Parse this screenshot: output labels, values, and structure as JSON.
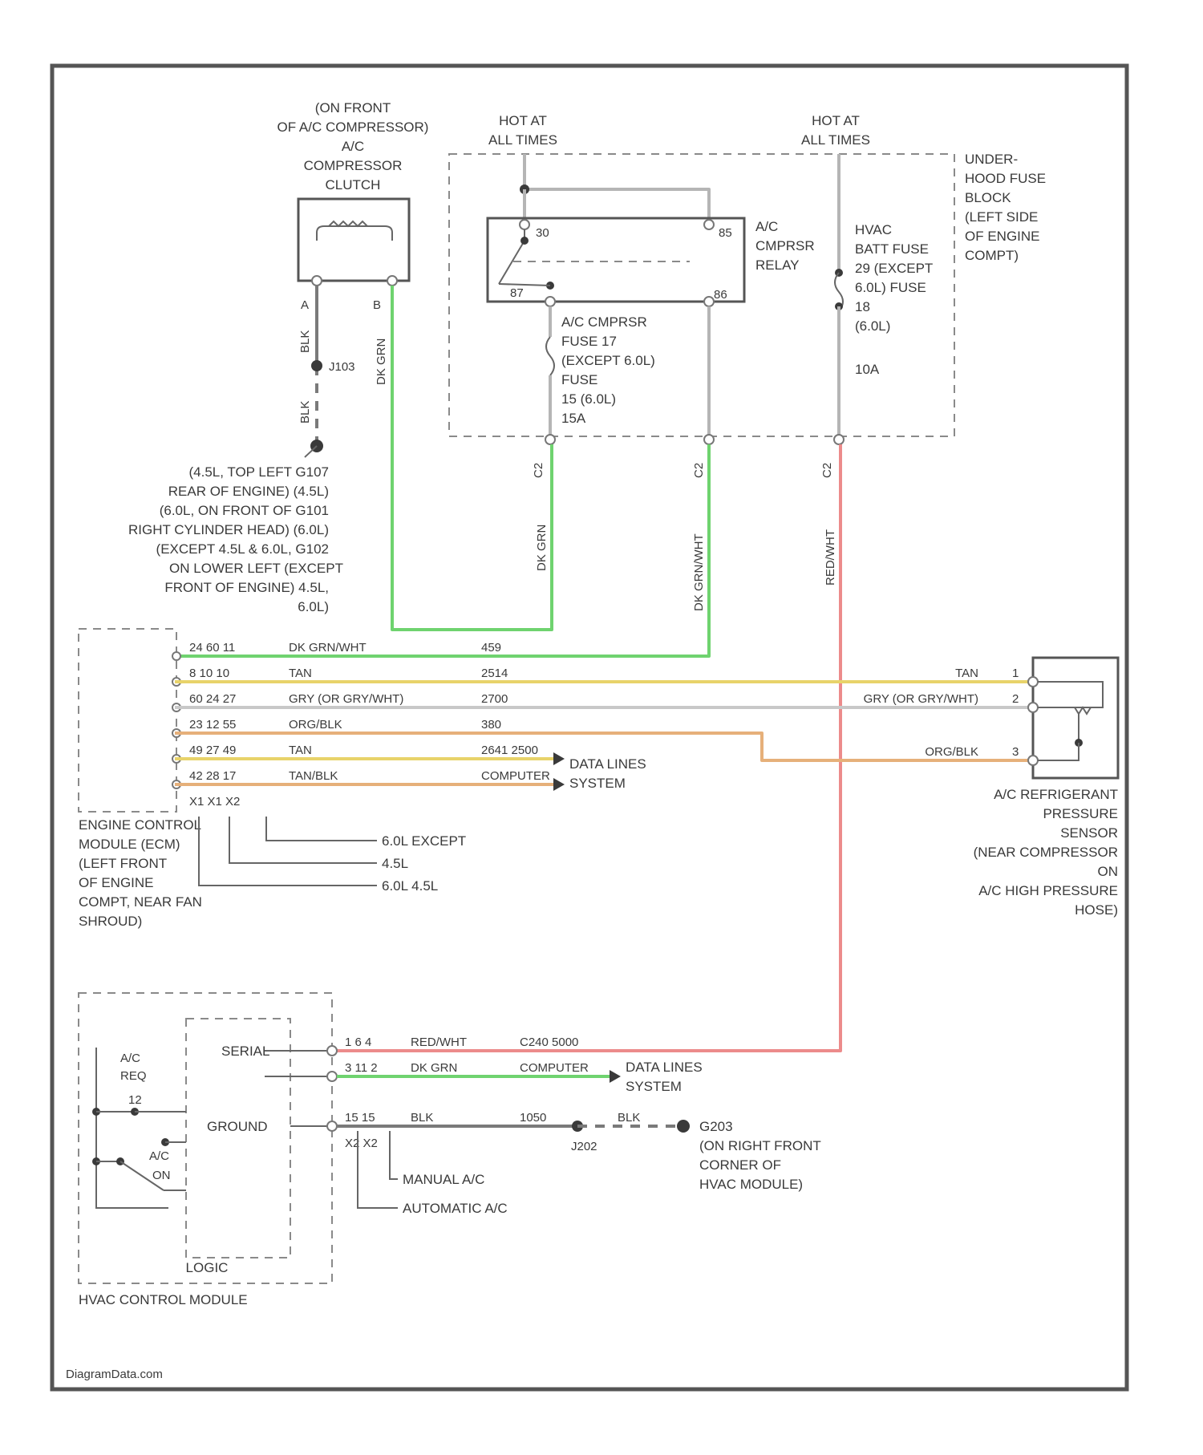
{
  "components": {
    "compressor_clutch": [
      "(ON FRONT",
      "OF A/C COMPRESSOR)",
      "A/C",
      "COMPRESSOR",
      "CLUTCH"
    ],
    "hot_left": [
      "HOT AT",
      "ALL TIMES"
    ],
    "hot_right": [
      "HOT AT",
      "ALL TIMES"
    ],
    "fuse_block": [
      "UNDER-",
      "HOOD FUSE",
      "BLOCK",
      "(LEFT SIDE",
      "OF ENGINE",
      "COMPT)"
    ],
    "relay": [
      "A/C",
      "CMPRSR",
      "RELAY"
    ],
    "relay_pins": [
      "30",
      "85",
      "87",
      "86"
    ],
    "hvac_fuse": [
      "HVAC",
      "BATT FUSE",
      "29 (EXCEPT",
      "6.0L) FUSE",
      "18",
      "(6.0L)",
      "",
      "10A"
    ],
    "cmprsr_fuse": [
      "A/C CMPRSR",
      "FUSE 17",
      "(EXCEPT 6.0L)",
      "FUSE",
      "15 (6.0L)",
      "15A"
    ],
    "ground_location": [
      "(4.5L, TOP LEFT   G107",
      "REAR OF ENGINE)   (4.5L)",
      "(6.0L, ON FRONT OF   G101",
      "RIGHT CYLINDER HEAD)   (6.0L)",
      "(EXCEPT 4.5L & 6.0L,   G102",
      "ON LOWER LEFT (EXCEPT",
      "FRONT OF ENGINE)   4.5L,",
      "6.0L)"
    ],
    "splice_j": "J103",
    "ecm": [
      "ENGINE CONTROL",
      "MODULE (ECM)",
      "(LEFT FRONT",
      "OF ENGINE",
      "COMPT, NEAR FAN",
      "SHROUD)"
    ],
    "pressure_sensor": [
      "A/C REFRIGERANT",
      "PRESSURE",
      "SENSOR",
      "(NEAR COMPRESSOR",
      "ON",
      "A/C HIGH PRESSURE",
      "HOSE)"
    ],
    "hvac_module": "HVAC CONTROL MODULE",
    "logic": "LOGIC",
    "ac_req": [
      "A/C",
      "REQ"
    ],
    "ac_on": [
      "A/C",
      "ON"
    ],
    "ac_req_pin": "12",
    "serial": "SERIAL",
    "ground": "GROUND",
    "g_splice": "J202",
    "g_ground": [
      "G203",
      "(ON RIGHT FRONT",
      "CORNER OF",
      "HVAC MODULE)"
    ],
    "data_lines": [
      "DATA LINES",
      "SYSTEM"
    ],
    "manual_ac": "MANUAL A/C",
    "automatic_ac": "AUTOMATIC A/C",
    "ecm_variants": [
      "6.0L EXCEPT",
      "4.5L",
      "6.0L 4.5L"
    ]
  },
  "wires": {
    "clutch_pin_a": "A",
    "clutch_pin_b": "B",
    "clutch_blk_top": "BLK",
    "clutch_blk_bottom": "BLK",
    "clutch_dkgrn": "DK GRN",
    "fuse_dkgrn": "DK GRN",
    "fuse_dkgrnwht": "DK GRN/WHT",
    "fuse_redwht": "RED/WHT",
    "conn_c1": "C2",
    "conn_c2": "C2",
    "conn_c3": "C2"
  },
  "ecm_rows": [
    {
      "pins": "24  60  11",
      "color": "DK GRN/WHT",
      "circuit": "459"
    },
    {
      "pins": "8   10  10",
      "color": "TAN",
      "circuit": "2514"
    },
    {
      "pins": "60  24  27",
      "color": "GRY (OR GRY/WHT)",
      "circuit": "2700"
    },
    {
      "pins": "23  12  55",
      "color": "ORG/BLK",
      "circuit": "380"
    },
    {
      "pins": "49  27  49",
      "color": "TAN",
      "circuit": "2641 2500"
    },
    {
      "pins": "42  28  17",
      "color": "TAN/BLK",
      "circuit": "COMPUTER"
    },
    {
      "pins": "X1  X1  X2",
      "color": "",
      "circuit": ""
    }
  ],
  "sensor_rows": [
    {
      "color": "TAN",
      "pin": "1"
    },
    {
      "color": "GRY (OR GRY/WHT)",
      "pin": "2"
    },
    {
      "color": "ORG/BLK",
      "pin": "3"
    }
  ],
  "hvac_rows": [
    {
      "pins": "1 6   4",
      "color": "RED/WHT",
      "circuit": "C240 5000"
    },
    {
      "pins": "3  11  2",
      "color": "DK GRN",
      "circuit": "COMPUTER"
    },
    {
      "pins": "15  15",
      "color": "BLK",
      "circuit": "1050"
    },
    {
      "pins": "X2  X2",
      "color": "BLK",
      "circuit": ""
    }
  ],
  "footer": "DiagramData.com"
}
